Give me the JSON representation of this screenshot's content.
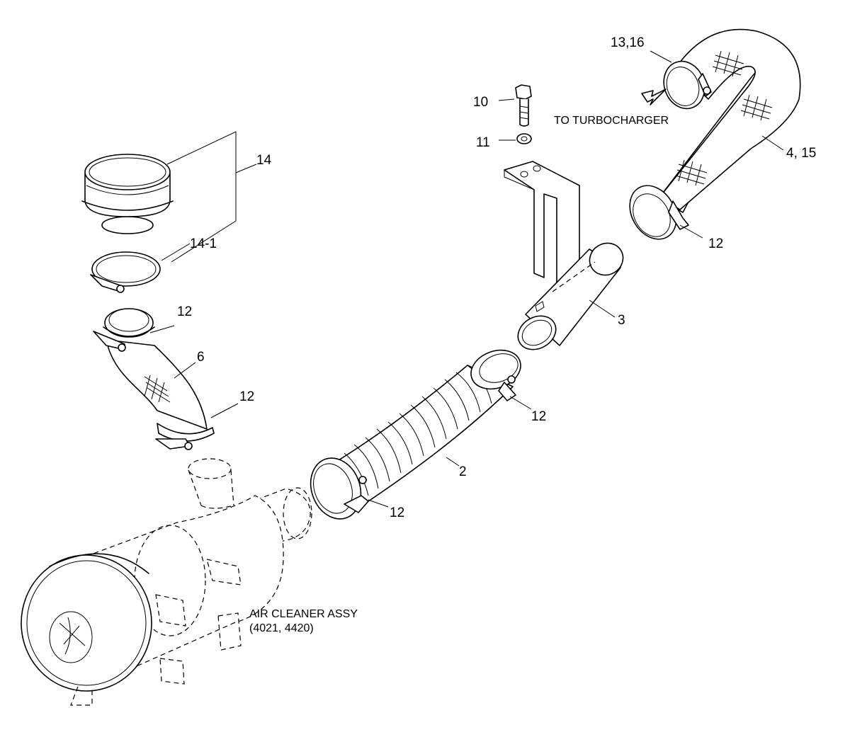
{
  "callouts": {
    "c14": "14",
    "c14_1": "14-1",
    "c12_cap": "12",
    "c6": "6",
    "c12_elbow_low": "12",
    "c10": "10",
    "c11": "11",
    "c13_16": "13,16",
    "c4_15": "4, 15",
    "c12_tube": "12",
    "c3": "3",
    "c12_bellows_right": "12",
    "c2": "2",
    "c12_bellows_left": "12"
  },
  "notes": {
    "turbo": "TO TURBOCHARGER",
    "aircleaner_line1": "AIR CLEANER ASSY",
    "aircleaner_line2": "(4021, 4420)"
  }
}
